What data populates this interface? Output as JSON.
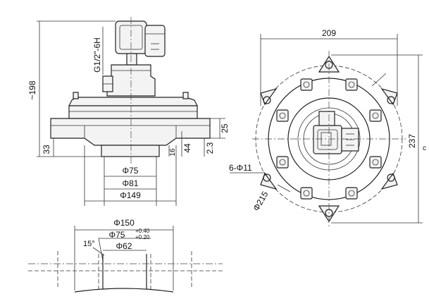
{
  "side_view": {
    "thread": "G1/2\"-6H",
    "height": "~198",
    "d33": "33",
    "d16": "16",
    "d44": "44",
    "d25": "25",
    "d23": "2.3",
    "d75": "Φ75",
    "d81": "Φ81",
    "d149": "Φ149"
  },
  "top_view": {
    "width": "209",
    "height": "237",
    "holes": "6-Φ11",
    "pcd": "Φ215"
  },
  "tank_detail": {
    "d150": "Φ150",
    "d75": "Φ75",
    "tol_upper": "+0.40",
    "tol_lower": "+0.20",
    "d62": "Φ62",
    "angle": "15°"
  },
  "stray_mark": "c"
}
